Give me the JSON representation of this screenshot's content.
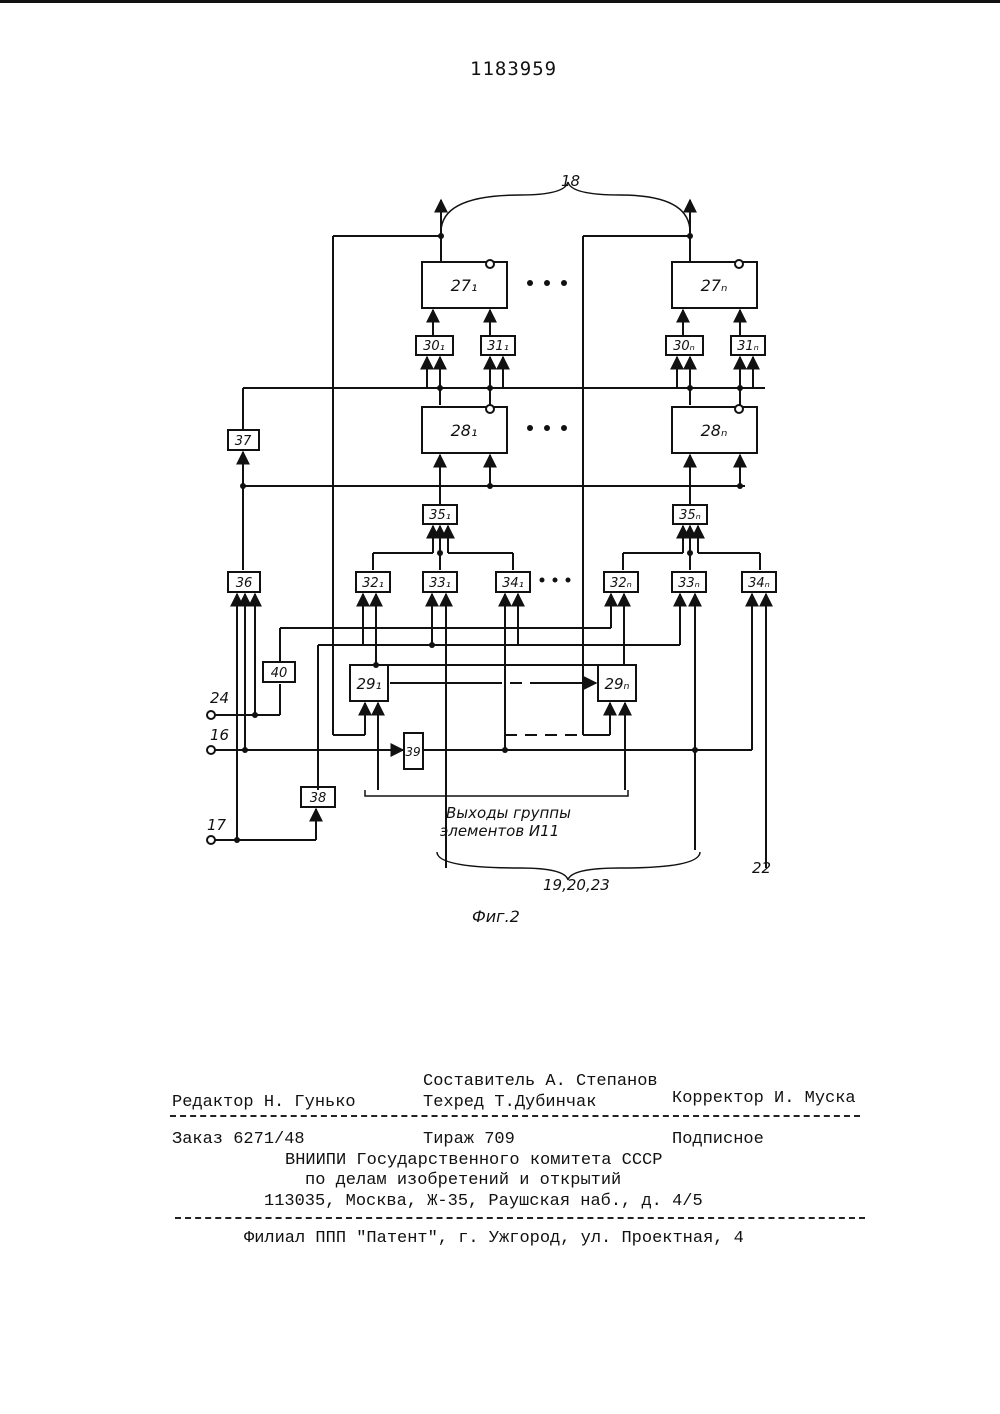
{
  "header": {
    "patent_number": "1183959"
  },
  "figure": {
    "caption": "Фиг.2",
    "blocks": {
      "b27_1": "27₁",
      "b27_n": "27ₙ",
      "b30_1": "30₁",
      "b31_1": "31₁",
      "b30_n": "30ₙ",
      "b31_n": "31ₙ",
      "b28_1": "28₁",
      "b28_n": "28ₙ",
      "b37": "37",
      "b35_1": "35₁",
      "b35_n": "35ₙ",
      "b36": "36",
      "b32_1": "32₁",
      "b33_1": "33₁",
      "b34_1": "34₁",
      "b32_n": "32ₙ",
      "b33_n": "33ₙ",
      "b34_n": "34ₙ",
      "b40": "40",
      "b29_1": "29₁",
      "b29_n": "29ₙ",
      "b39": "39",
      "b38": "38"
    },
    "labels": {
      "bus18": "18",
      "in24": "24",
      "in16": "16",
      "in17": "17",
      "out_group_line1": "Выходы группы",
      "out_group_line2": "элементов И11",
      "bus19": "19,20,23",
      "out22": "22"
    }
  },
  "imprint": {
    "compiler": "Составитель А. Степанов",
    "editor": "Редактор Н. Гунько",
    "techred": "Техред Т.Дубинчак",
    "corrector": "Корректор И. Муска",
    "order": "Заказ 6271/48",
    "circulation": "Тираж 709",
    "subscription": "Подписное",
    "org_line1": "ВНИИПИ Государственного комитета СССР",
    "org_line2": "по делам изобретений и открытий",
    "org_line3": "113035, Москва, Ж-35, Раушская наб., д. 4/5",
    "branch": "Филиал ППП \"Патент\", г. Ужгород, ул. Проектная, 4"
  }
}
